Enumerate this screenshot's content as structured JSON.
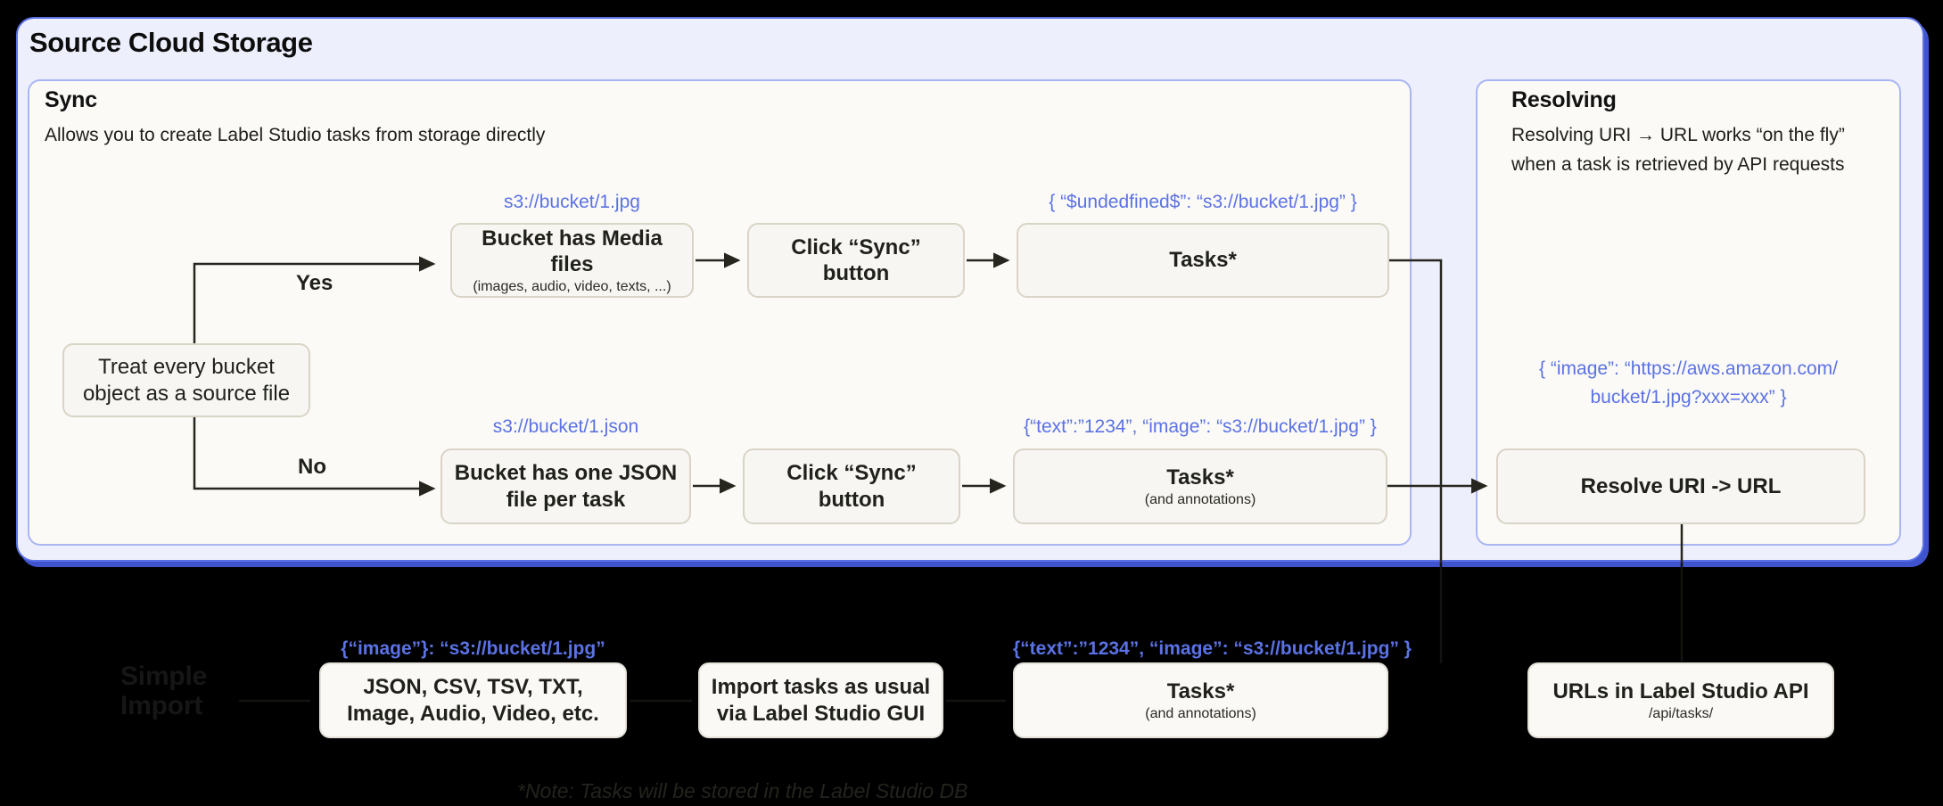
{
  "colors": {
    "page_background": "#000000",
    "outer_panel_fill": "#edeffc",
    "outer_panel_border": "#5b6fe6",
    "outer_panel_shadow": "#3e53cd",
    "sub_panel_fill": "#fbfaf6",
    "sub_panel_border": "#a9b6f2",
    "flow_box_fill": "#f7f6f2",
    "flow_box_border": "#d9d4c7",
    "accent_blue_text": "#5b72e4",
    "connector": "#26261f",
    "text_dark": "#21211c"
  },
  "header": {
    "title": "Source Cloud Storage"
  },
  "sync_panel": {
    "title": "Sync",
    "subtitle": "Allows you to create Label Studio tasks from storage directly",
    "decision": {
      "label": "Treat every bucket object as a source file"
    },
    "branch_yes": "Yes",
    "branch_no": "No",
    "rows": [
      {
        "source_label": "s3://bucket/1.jpg",
        "step1_title": "Bucket has Media files",
        "step1_subtitle": "(images, audio, video, texts, ...)",
        "step2_title": "Click “Sync” button",
        "tasks_label": "{ “$undedfined$”: “s3://bucket/1.jpg” }",
        "tasks_title": "Tasks*"
      },
      {
        "source_label": "s3://bucket/1.json",
        "step1_title": "Bucket has one JSON file per task",
        "step2_title": "Click “Sync” button",
        "tasks_label": "{“text”:”1234”,  “image”: “s3://bucket/1.jpg” }",
        "tasks_title": "Tasks*",
        "tasks_subtitle": "(and annotations)"
      }
    ]
  },
  "resolving_panel": {
    "title": "Resolving",
    "subtitle_line1": "Resolving URI → URL works “on the fly”",
    "subtitle_line2": "when a task is retrieved by API requests",
    "code_line1": "{ “image”: “https://aws.amazon.com/",
    "code_line2": "bucket/1.jpg?xxx=xxx” }",
    "resolve_box_title": "Resolve URI -> URL"
  },
  "bottom_section": {
    "ghost_title": "Simple Import",
    "formats_label": "{“image”}: “s3://bucket/1.jpg”",
    "formats_title": "JSON, CSV, TSV, TXT, Image, Audio, Video, etc.",
    "gui_title": "Import tasks as usual via Label Studio GUI",
    "tasks_label": "{“text”:”1234”,  “image”: “s3://bucket/1.jpg” }",
    "tasks_title": "Tasks*",
    "tasks_subtitle": "(and annotations)",
    "api_title": "URLs in Label Studio API",
    "api_subtitle": "/api/tasks/",
    "note": "*Note: Tasks will be stored in the Label Studio DB"
  }
}
